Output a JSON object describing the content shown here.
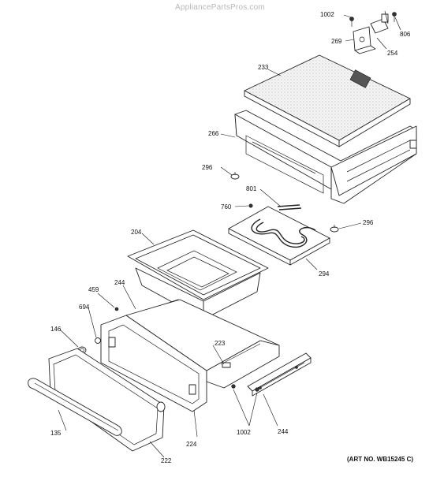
{
  "watermark": "AppliancePartsPros.com",
  "art_number": "(ART NO. WB15245 C)",
  "callouts": [
    {
      "id": "c1002a",
      "text": "1002"
    },
    {
      "id": "c806",
      "text": "806"
    },
    {
      "id": "c269",
      "text": "269"
    },
    {
      "id": "c254",
      "text": "254"
    },
    {
      "id": "c233",
      "text": "233"
    },
    {
      "id": "c266",
      "text": "266"
    },
    {
      "id": "c296a",
      "text": "296"
    },
    {
      "id": "c801",
      "text": "801"
    },
    {
      "id": "c760",
      "text": "760"
    },
    {
      "id": "c296b",
      "text": "296"
    },
    {
      "id": "c204",
      "text": "204"
    },
    {
      "id": "c294",
      "text": "294"
    },
    {
      "id": "c244a",
      "text": "244"
    },
    {
      "id": "c459",
      "text": "459"
    },
    {
      "id": "c694",
      "text": "694"
    },
    {
      "id": "c146",
      "text": "146"
    },
    {
      "id": "c223",
      "text": "223"
    },
    {
      "id": "c135",
      "text": "135"
    },
    {
      "id": "c224",
      "text": "224"
    },
    {
      "id": "c1002b",
      "text": "1002"
    },
    {
      "id": "c244b",
      "text": "244"
    },
    {
      "id": "c222",
      "text": "222"
    }
  ]
}
